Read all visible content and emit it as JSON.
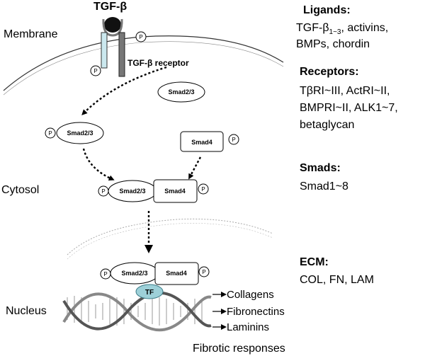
{
  "diagram": {
    "tgf_label": "TGF-β",
    "membrane_label": "Membrane",
    "cytosol_label": "Cytosol",
    "nucleus_label": "Nucleus",
    "receptor_label": "TGF-β receptor",
    "p_label": "P",
    "smad23_label": "Smad2/3",
    "smad4_label": "Smad4",
    "tf_label": "TF",
    "targets": [
      "Collagens",
      "Fibronectins",
      "Laminins"
    ],
    "fibrotic_label": "Fibrotic responses"
  },
  "legend": {
    "ligands": {
      "title": "Ligands:",
      "line1_pre": "TGF-β",
      "line1_sub": "1~3",
      "line1_post": ", activins,",
      "line2": "BMPs, chordin"
    },
    "receptors": {
      "title": "Receptors:",
      "lines": [
        "TβRI~III, ActRI~II,",
        "BMPRI~II, ALK1~7,",
        "betaglycan"
      ]
    },
    "smads": {
      "title": "Smads:",
      "lines": [
        "Smad1~8"
      ]
    },
    "ecm": {
      "title": "ECM:",
      "lines": [
        "COL, FN, LAM"
      ]
    }
  }
}
